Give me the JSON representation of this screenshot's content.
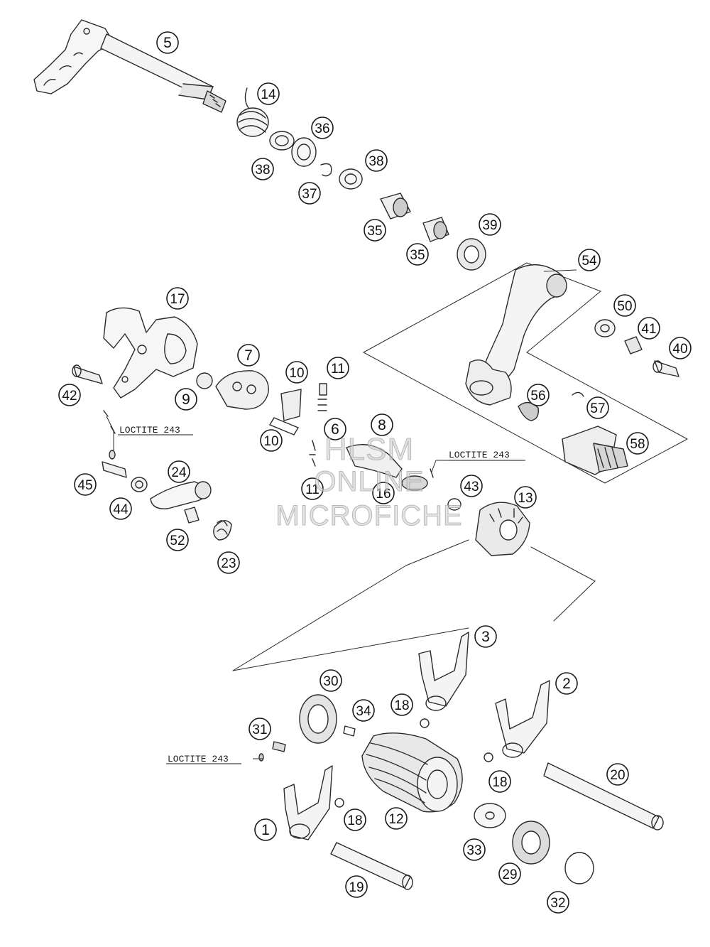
{
  "colors": {
    "ink": "#2a2a2a",
    "part_fill": "#f6f6f6",
    "shade": "#c8c8c8",
    "watermark": "#cfcfcf"
  },
  "callouts": [
    "5",
    "14",
    "36",
    "38",
    "38",
    "37",
    "35",
    "35",
    "39",
    "54",
    "50",
    "41",
    "40",
    "17",
    "7",
    "10",
    "11",
    "9",
    "42",
    "10",
    "6",
    "8",
    "56",
    "57",
    "58",
    "24",
    "45",
    "44",
    "11",
    "16",
    "43",
    "13",
    "52",
    "23",
    "3",
    "30",
    "34",
    "18",
    "2",
    "31",
    "18",
    "20",
    "1",
    "18",
    "12",
    "33",
    "29",
    "19",
    "32"
  ],
  "loctite_labels": [
    "LOCTITE 243",
    "LOCTITE 243",
    "LOCTITE 243"
  ],
  "watermark": {
    "line1": "HLSM",
    "line2": "ONLINE",
    "line3": "MICROFICHE"
  }
}
